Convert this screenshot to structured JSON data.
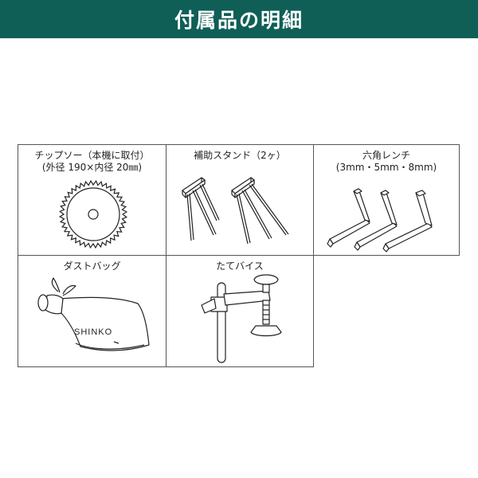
{
  "header": {
    "title": "付属品の明細"
  },
  "items": [
    {
      "name": "チップソー（本機に取付）",
      "note": "(外径 190×内径 20㎜)"
    },
    {
      "name": "補助スタンド（2ヶ）",
      "note": ""
    },
    {
      "name": "六角レンチ",
      "note": "(3mm・5mm・8mm)"
    },
    {
      "name": "ダストバッグ",
      "note": "",
      "print": "SHINKO"
    },
    {
      "name": "たてバイス",
      "note": ""
    }
  ]
}
